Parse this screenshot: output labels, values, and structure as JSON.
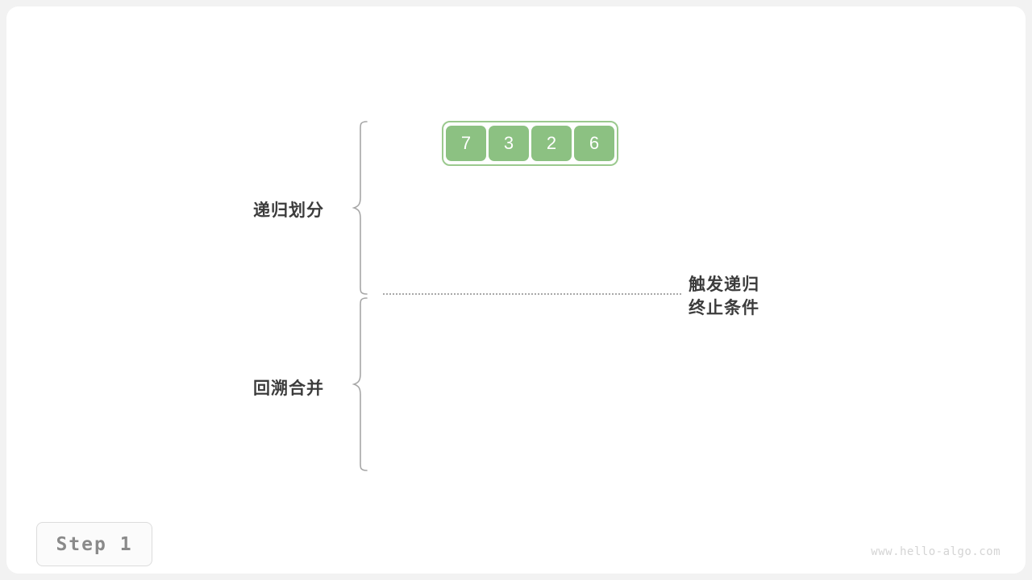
{
  "diagram": {
    "title": "merge-sort-recursion-step-1",
    "array": {
      "values": [
        "7",
        "3",
        "2",
        "6"
      ],
      "cell_color": "#8cc182",
      "border_color": "#9bc98e",
      "text_color": "#ffffff"
    },
    "phases": [
      {
        "key": "divide",
        "label": "递归划分"
      },
      {
        "key": "merge",
        "label": "回溯合并"
      }
    ],
    "annotation": {
      "line1": "触发递归",
      "line2": "终止条件"
    },
    "divider": {
      "style": "dotted",
      "color": "#a8a8a8"
    },
    "step_badge": {
      "label": "Step 1"
    },
    "watermark": {
      "text": "www.hello-algo.com"
    }
  },
  "chart_data": {
    "type": "diagram",
    "title": "递归划分 / 回溯合并",
    "array_values": [
      7,
      3,
      2,
      6
    ],
    "levels": [
      {
        "phase": "递归划分",
        "rows": [
          [
            7,
            3,
            2,
            6
          ]
        ]
      },
      {
        "phase": "回溯合并",
        "rows": []
      }
    ],
    "annotations": [
      "触发递归",
      "终止条件"
    ],
    "step": 1
  }
}
